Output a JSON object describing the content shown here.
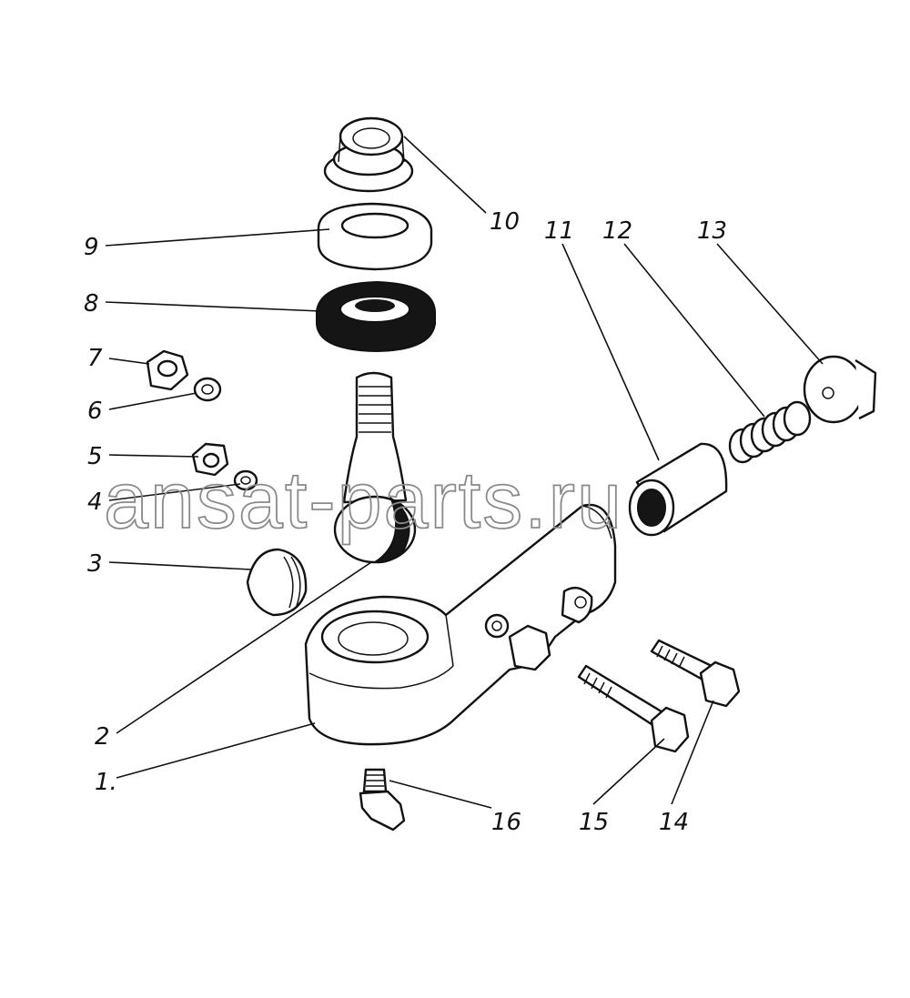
{
  "watermark": "ansat-parts.ru",
  "callouts": [
    "1.",
    "2",
    "3",
    "4",
    "5",
    "6",
    "7",
    "8",
    "9",
    "10",
    "11",
    "12",
    "13",
    "14",
    "15",
    "16"
  ],
  "colors": {
    "ink": "#111111",
    "paper": "#ffffff",
    "watermark": "#8a8a8a"
  }
}
